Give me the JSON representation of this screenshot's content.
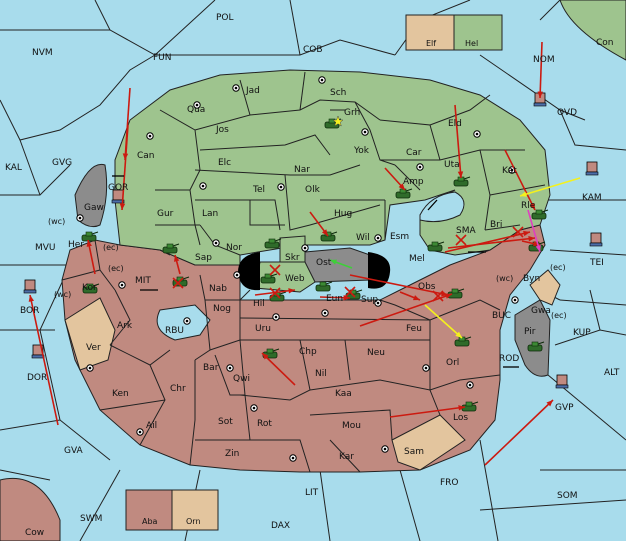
{
  "colors": {
    "sea": "#a8dcec",
    "green_power": "#9ec48e",
    "red_power": "#c08a80",
    "neutral": "#e3c59e",
    "grey": "#8c8c8c",
    "arrow": "#cc1a10",
    "support_yellow": "#f4f11e",
    "support_pink": "#e040c0",
    "support_green": "#3fcf3a"
  },
  "legend": {
    "top": [
      "Elf",
      "Hel"
    ],
    "bottom": [
      "Aba",
      "Orn"
    ]
  },
  "sea_labels": [
    {
      "id": "POL",
      "t": "POL"
    },
    {
      "id": "NVM",
      "t": "NVM"
    },
    {
      "id": "FUN",
      "t": "FUN"
    },
    {
      "id": "COB",
      "t": "COB"
    },
    {
      "id": "NOM",
      "t": "NOM"
    },
    {
      "id": "Con",
      "t": "Con"
    },
    {
      "id": "OVD",
      "t": "OVD"
    },
    {
      "id": "KAL",
      "t": "KAL"
    },
    {
      "id": "GVG",
      "t": "GVG"
    },
    {
      "id": "KAM",
      "t": "KAM"
    },
    {
      "id": "MVU",
      "t": "MVU"
    },
    {
      "id": "SMA",
      "t": "SMA"
    },
    {
      "id": "TEI",
      "t": "TEI"
    },
    {
      "id": "BOR",
      "t": "BOR"
    },
    {
      "id": "MIT",
      "t": "MIT"
    },
    {
      "id": "RBU",
      "t": "RBU"
    },
    {
      "id": "BUC",
      "t": "BUC"
    },
    {
      "id": "KUP",
      "t": "KUP"
    },
    {
      "id": "DOR",
      "t": "DOR"
    },
    {
      "id": "ROD",
      "t": "ROD"
    },
    {
      "id": "ALT",
      "t": "ALT"
    },
    {
      "id": "GVP",
      "t": "GVP"
    },
    {
      "id": "GVA",
      "t": "GVA"
    },
    {
      "id": "FRO",
      "t": "FRO"
    },
    {
      "id": "LIT",
      "t": "LIT"
    },
    {
      "id": "SOM",
      "t": "SOM"
    },
    {
      "id": "SWM",
      "t": "SWM"
    },
    {
      "id": "DAX",
      "t": "DAX"
    },
    {
      "id": "Cow",
      "t": "Cow"
    }
  ],
  "land_labels": [
    {
      "id": "Jad",
      "t": "Jad"
    },
    {
      "id": "Sch",
      "t": "Sch"
    },
    {
      "id": "Qua",
      "t": "Qua"
    },
    {
      "id": "Grh",
      "t": "Grh"
    },
    {
      "id": "Eld",
      "t": "Eld"
    },
    {
      "id": "Jos",
      "t": "Jos"
    },
    {
      "id": "Can",
      "t": "Can"
    },
    {
      "id": "Yok",
      "t": "Yok"
    },
    {
      "id": "Car",
      "t": "Car"
    },
    {
      "id": "Elc",
      "t": "Elc"
    },
    {
      "id": "Nar",
      "t": "Nar"
    },
    {
      "id": "Uta",
      "t": "Uta"
    },
    {
      "id": "GOR",
      "t": "GOR"
    },
    {
      "id": "Tel",
      "t": "Tel"
    },
    {
      "id": "Olk",
      "t": "Olk"
    },
    {
      "id": "Amp",
      "t": "Amp"
    },
    {
      "id": "Kat",
      "t": "Kat"
    },
    {
      "id": "Gaw",
      "t": "Gaw"
    },
    {
      "id": "Gur",
      "t": "Gur"
    },
    {
      "id": "Lan",
      "t": "Lan"
    },
    {
      "id": "Hug",
      "t": "Hug"
    },
    {
      "id": "Rle",
      "t": "Rle"
    },
    {
      "id": "Bri",
      "t": "Bri"
    },
    {
      "id": "Nor",
      "t": "Nor"
    },
    {
      "id": "Wil",
      "t": "Wil"
    },
    {
      "id": "Esm",
      "t": "Esm"
    },
    {
      "id": "Her",
      "t": "Her"
    },
    {
      "id": "Sap",
      "t": "Sap"
    },
    {
      "id": "Skr",
      "t": "Skr"
    },
    {
      "id": "Mel",
      "t": "Mel"
    },
    {
      "id": "Ost",
      "t": "Ost"
    },
    {
      "id": "Web",
      "t": "Web"
    },
    {
      "id": "Byn",
      "t": "Byn"
    },
    {
      "id": "Kor",
      "t": "Kor"
    },
    {
      "id": "Nab",
      "t": "Nab"
    },
    {
      "id": "Eun",
      "t": "Eun"
    },
    {
      "id": "Obs",
      "t": "Obs"
    },
    {
      "id": "Hil",
      "t": "Hil"
    },
    {
      "id": "Sup",
      "t": "Sup"
    },
    {
      "id": "Gwa",
      "t": "Gwa"
    },
    {
      "id": "Nog",
      "t": "Nog"
    },
    {
      "id": "Ark",
      "t": "Ark"
    },
    {
      "id": "Uru",
      "t": "Uru"
    },
    {
      "id": "Feu",
      "t": "Feu"
    },
    {
      "id": "Pir",
      "t": "Pir"
    },
    {
      "id": "Ver",
      "t": "Ver"
    },
    {
      "id": "Chp",
      "t": "Chp"
    },
    {
      "id": "Neu",
      "t": "Neu"
    },
    {
      "id": "Bar",
      "t": "Bar"
    },
    {
      "id": "Qwi",
      "t": "Qwi"
    },
    {
      "id": "Orl",
      "t": "Orl"
    },
    {
      "id": "Nil",
      "t": "Nil"
    },
    {
      "id": "Ken",
      "t": "Ken"
    },
    {
      "id": "Chr",
      "t": "Chr"
    },
    {
      "id": "Kaa",
      "t": "Kaa"
    },
    {
      "id": "Ail",
      "t": "Ail"
    },
    {
      "id": "Sot",
      "t": "Sot"
    },
    {
      "id": "Rot",
      "t": "Rot"
    },
    {
      "id": "Mou",
      "t": "Mou"
    },
    {
      "id": "Los",
      "t": "Los"
    },
    {
      "id": "Zin",
      "t": "Zin"
    },
    {
      "id": "Kar",
      "t": "Kar"
    },
    {
      "id": "Sam",
      "t": "Sam"
    }
  ],
  "coast_labels": [
    {
      "id": "wc1",
      "t": "(wc)"
    },
    {
      "id": "ec1",
      "t": "(ec)"
    },
    {
      "id": "ec2",
      "t": "(ec)"
    },
    {
      "id": "wc2",
      "t": "(wc)"
    },
    {
      "id": "wc3",
      "t": "(wc)"
    },
    {
      "id": "ec3",
      "t": "(ec)"
    },
    {
      "id": "ec4",
      "t": "(ec)"
    }
  ]
}
